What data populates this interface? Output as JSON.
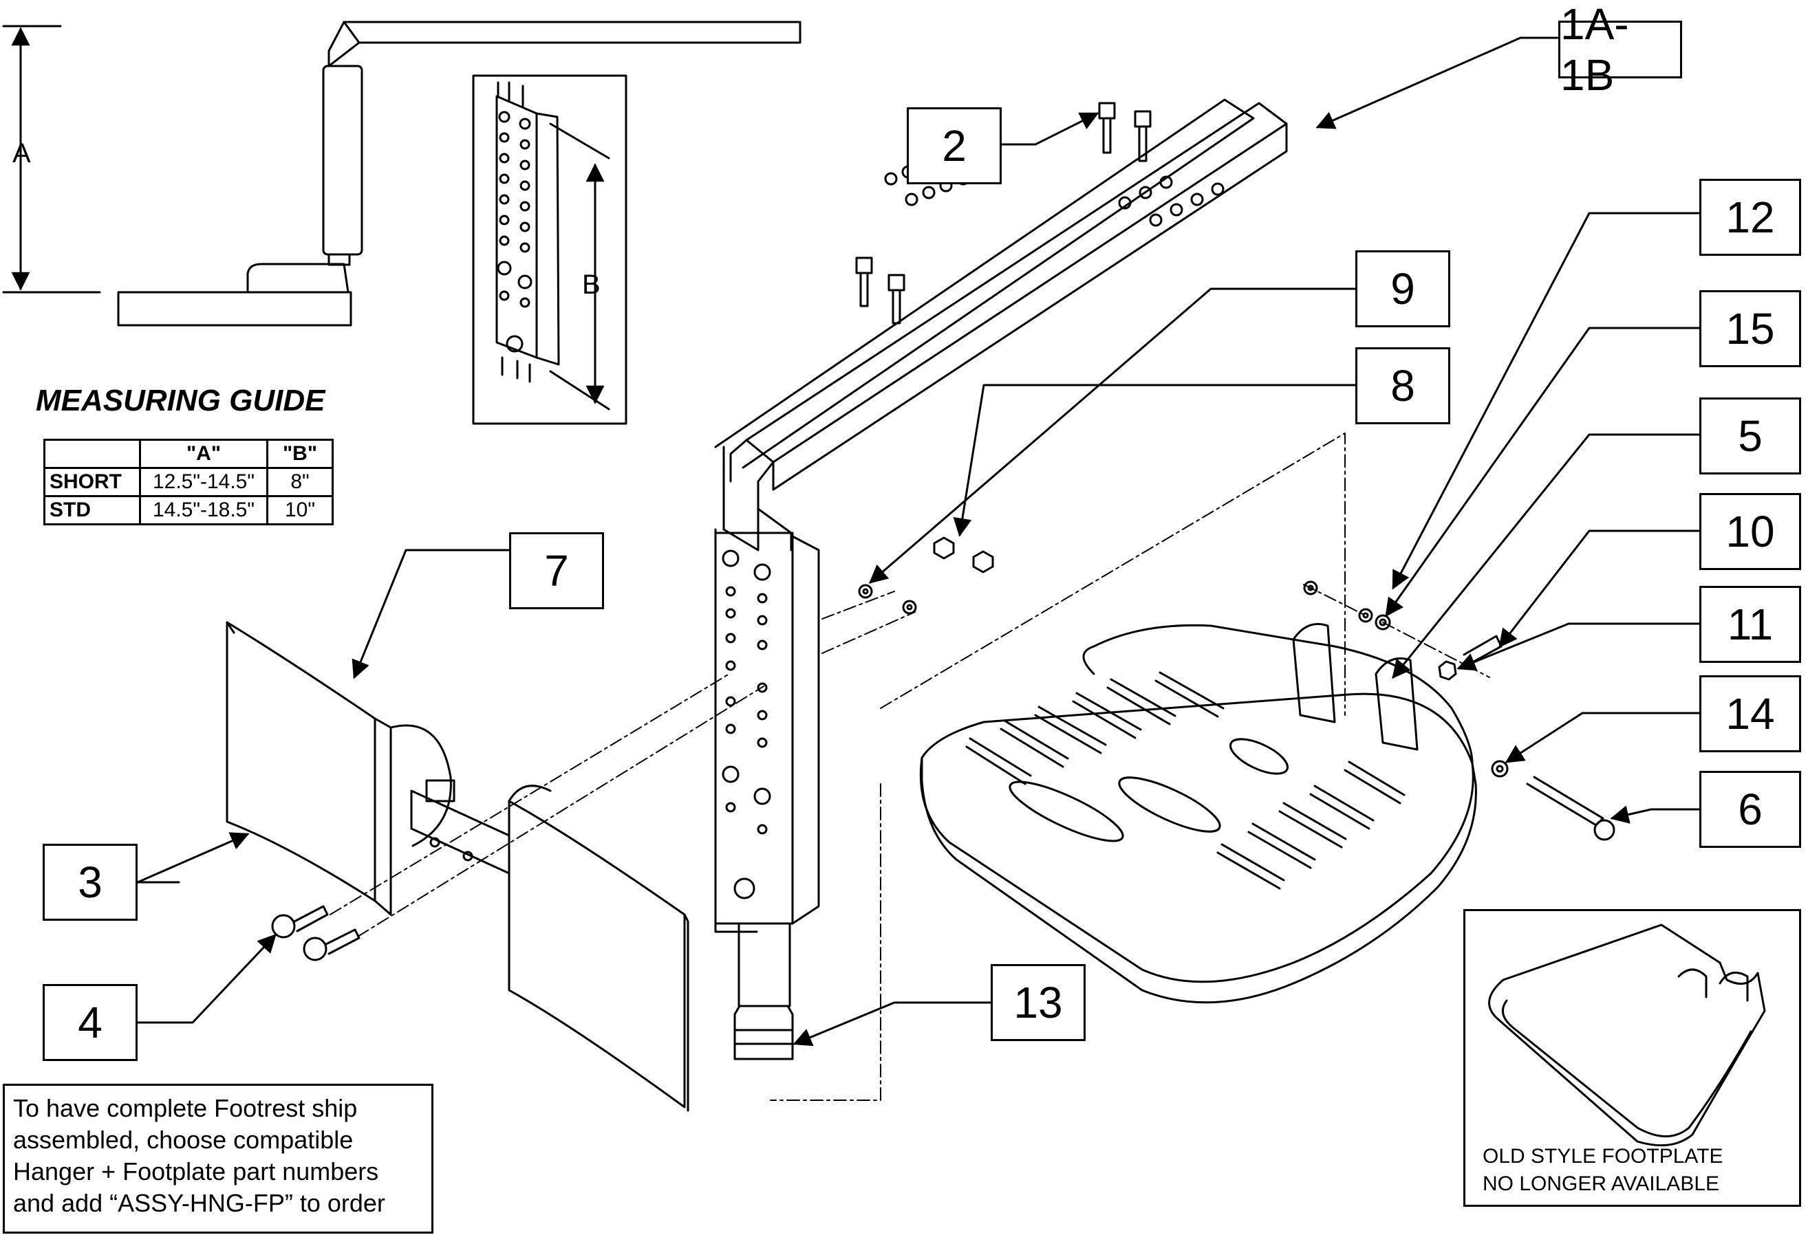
{
  "callouts": [
    {
      "id": "1A-1B",
      "label": "1A-1B"
    },
    {
      "id": "2",
      "label": "2"
    },
    {
      "id": "3",
      "label": "3"
    },
    {
      "id": "4",
      "label": "4"
    },
    {
      "id": "5",
      "label": "5"
    },
    {
      "id": "6",
      "label": "6"
    },
    {
      "id": "7",
      "label": "7"
    },
    {
      "id": "8",
      "label": "8"
    },
    {
      "id": "9",
      "label": "9"
    },
    {
      "id": "10",
      "label": "10"
    },
    {
      "id": "11",
      "label": "11"
    },
    {
      "id": "12",
      "label": "12"
    },
    {
      "id": "13",
      "label": "13"
    },
    {
      "id": "14",
      "label": "14"
    },
    {
      "id": "15",
      "label": "15"
    }
  ],
  "dimensions": {
    "a_label": "A",
    "b_label": "B"
  },
  "measuring_guide": {
    "title": "MEASURING GUIDE",
    "columns": [
      "",
      "\"A\"",
      "\"B\""
    ],
    "rows": [
      {
        "name": "SHORT",
        "a": "12.5\"-14.5\"",
        "b": "8\""
      },
      {
        "name": "STD",
        "a": "14.5\"-18.5\"",
        "b": "10\""
      }
    ]
  },
  "note": {
    "lines": [
      "To have complete Footrest ship",
      "assembled, choose compatible",
      "Hanger + Footplate part numbers",
      "and add “ASSY-HNG-FP” to order"
    ]
  },
  "old_footplate": {
    "lines": [
      "OLD STYLE FOOTPLATE",
      "NO LONGER AVAILABLE"
    ]
  }
}
